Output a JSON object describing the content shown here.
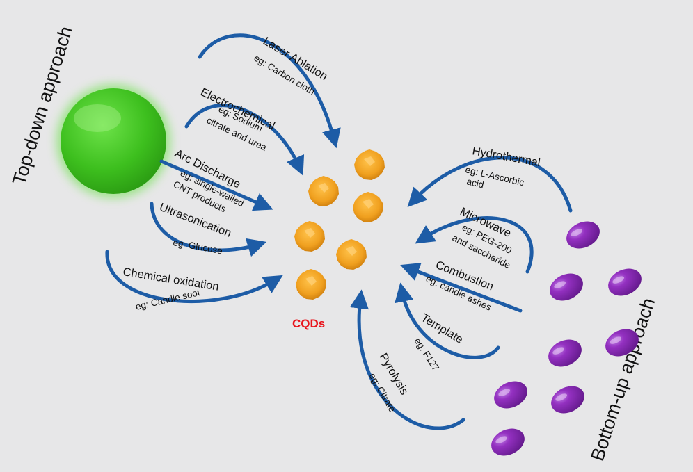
{
  "labels": {
    "top_down": "Top-down approach",
    "bottom_up": "Bottom-up approach",
    "product": "CQDs"
  },
  "top_down_methods": [
    {
      "name": "Laser Ablation",
      "example": [
        "eg: Carbon cloth"
      ]
    },
    {
      "name": "Electrochemical",
      "example": [
        "eg: Sodium",
        "citrate and urea"
      ]
    },
    {
      "name": "Arc Discharge",
      "example": [
        "eg: single-walled",
        "CNT products"
      ]
    },
    {
      "name": "Ultrasonication",
      "example": [
        "eg: Glucose"
      ]
    },
    {
      "name": "Chemical oxidation",
      "example": [
        "eg: Candle soot"
      ]
    }
  ],
  "bottom_up_methods": [
    {
      "name": "Hydrothermal",
      "example": [
        "eg: L-Ascorbic",
        "acid"
      ]
    },
    {
      "name": "Microwave",
      "example": [
        "eg: PEG-200",
        "and saccharide"
      ]
    },
    {
      "name": "Combustion",
      "example": [
        "eg: candle ashes"
      ]
    },
    {
      "name": "Template",
      "example": [
        "eg: F127"
      ]
    },
    {
      "name": "Pyrolysis",
      "example": [
        "eg: Citrate"
      ]
    }
  ],
  "colors": {
    "background": "#e7e7e8",
    "arrow": "#1d5ca6",
    "sphere": "#3fc21f",
    "cqd_particle": "#f2a323",
    "precursor": "#8a2ab4",
    "cqd_label": "#e8141b"
  }
}
